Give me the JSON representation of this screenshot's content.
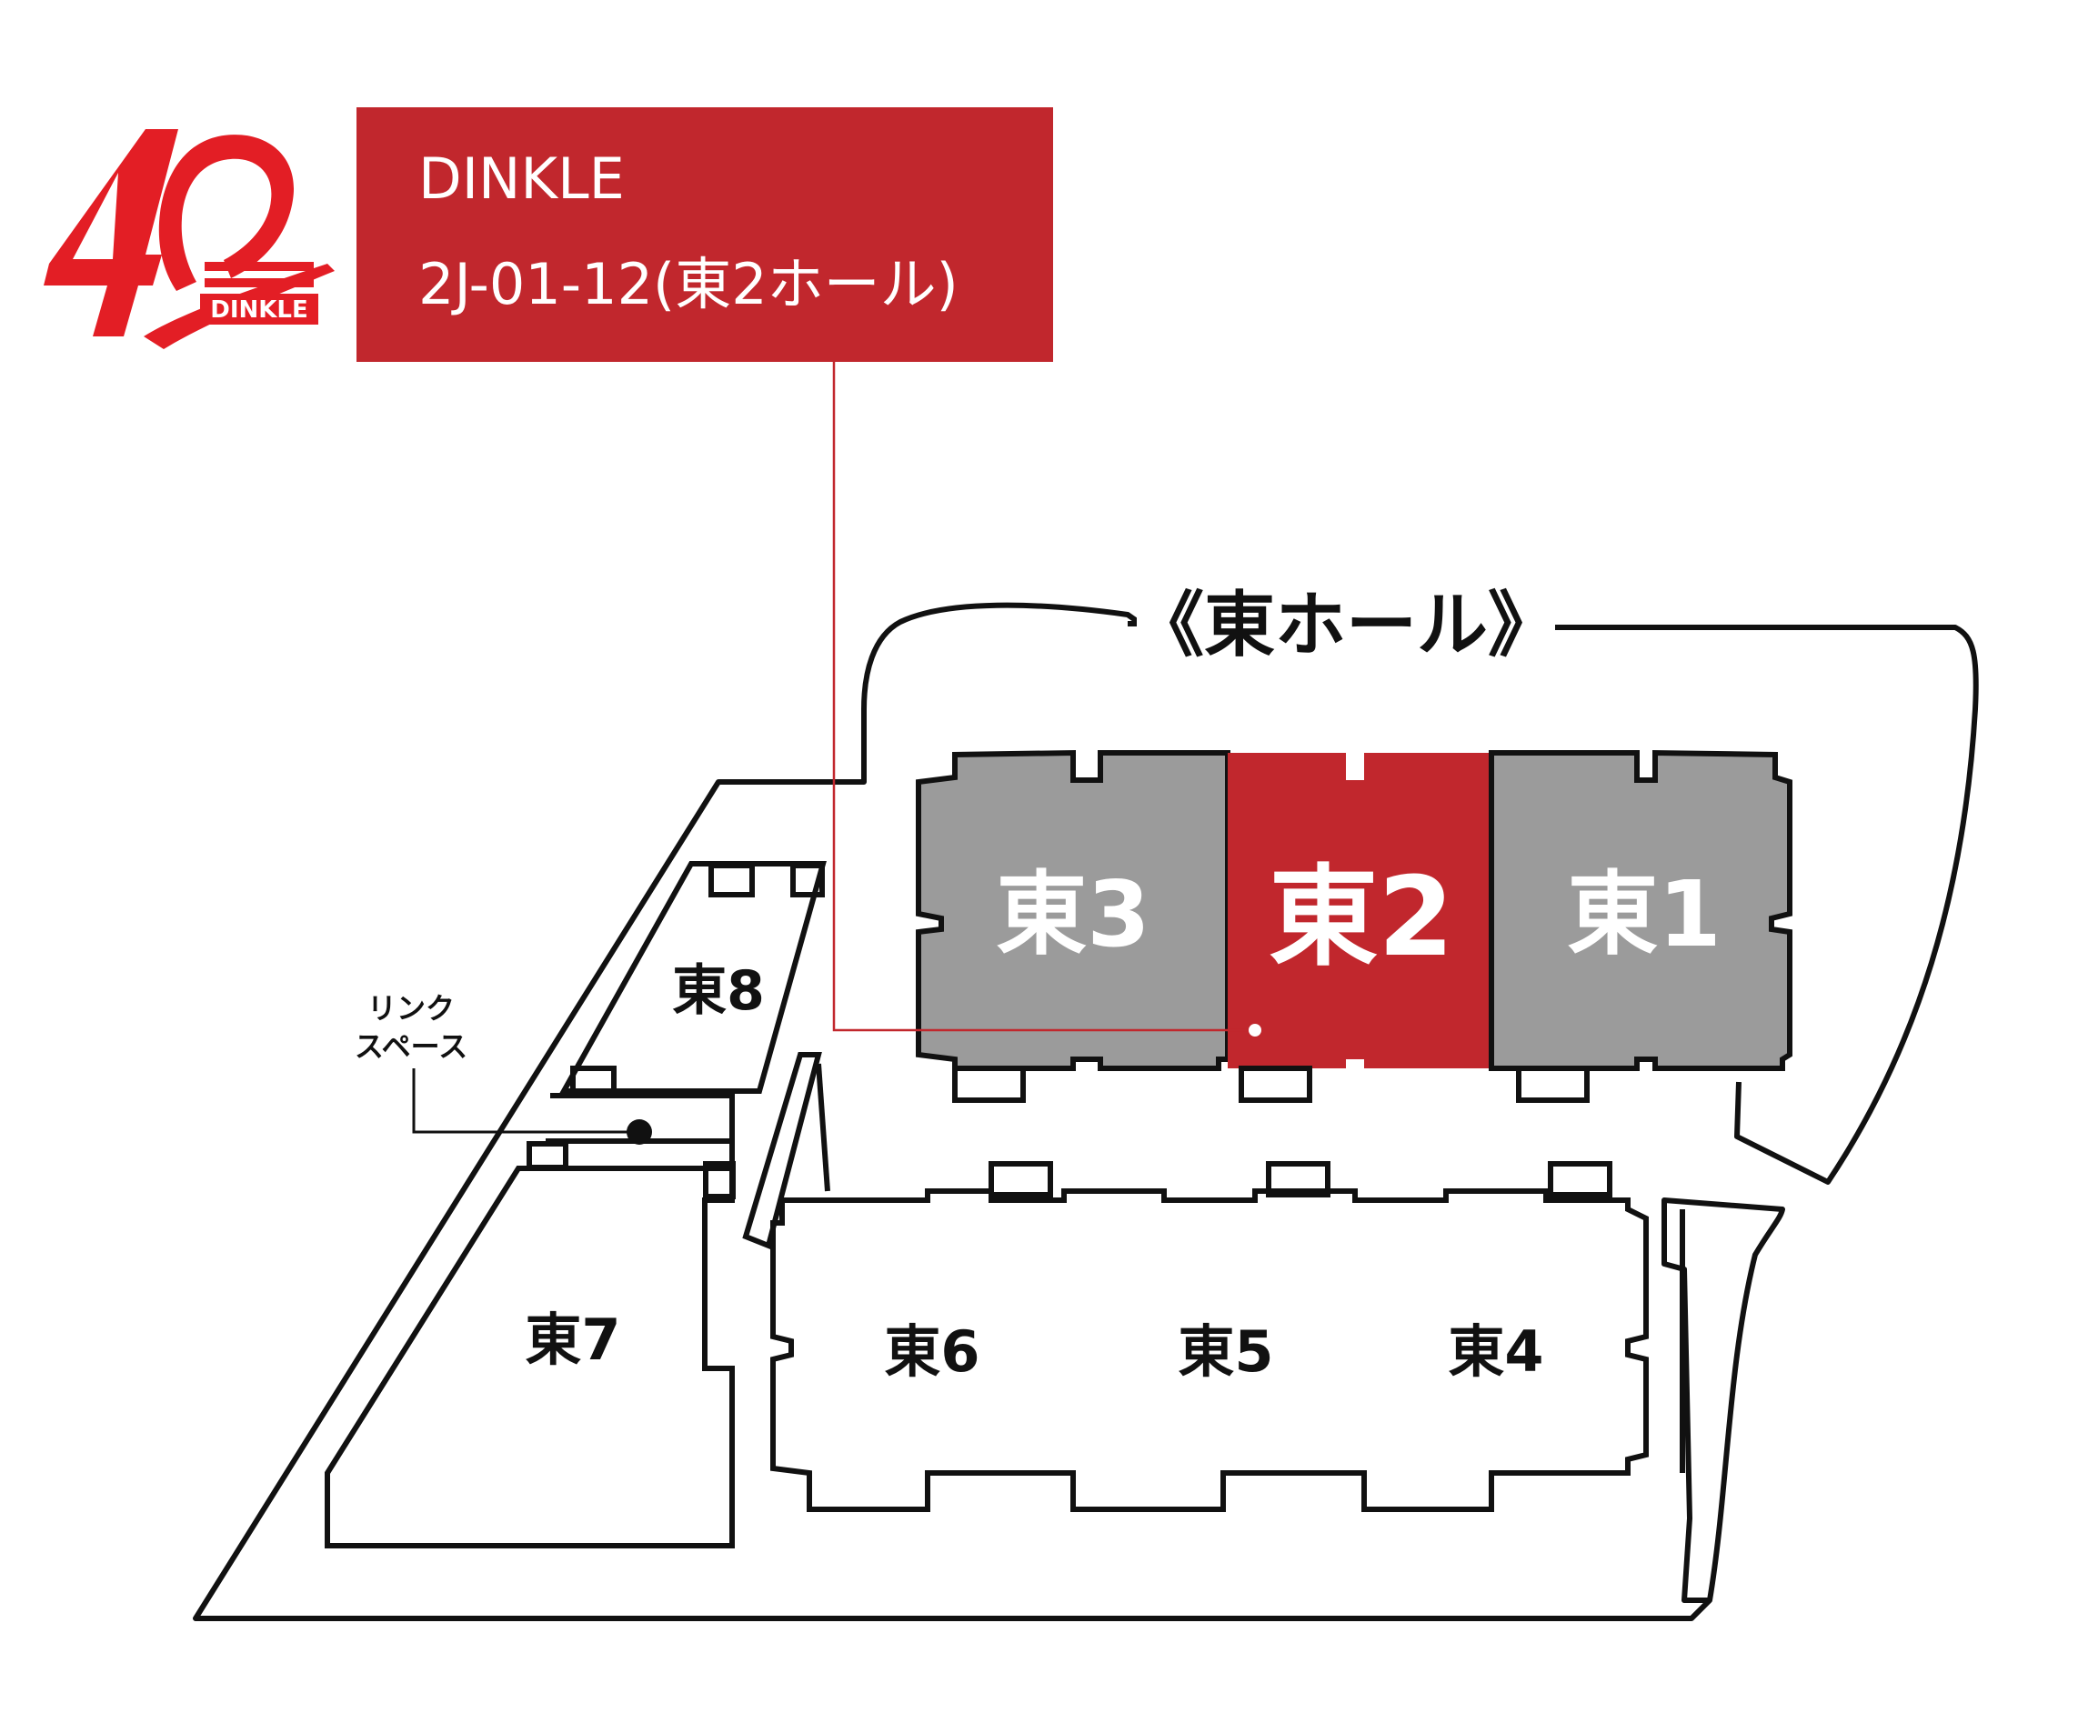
{
  "exhibitor": {
    "name": "DINKLE",
    "booth": "2J-01-12(東2ホール)"
  },
  "logo": {
    "icon": "dinkle-40th-anniversary-logo",
    "number": "40",
    "brand": "DINKLE"
  },
  "map": {
    "title": "《東ホール》",
    "highlighted_hall": "東2",
    "halls": [
      {
        "id": "east-1",
        "label": "東1"
      },
      {
        "id": "east-2",
        "label": "東2"
      },
      {
        "id": "east-3",
        "label": "東3"
      },
      {
        "id": "east-4",
        "label": "東4"
      },
      {
        "id": "east-5",
        "label": "東5"
      },
      {
        "id": "east-6",
        "label": "東6"
      },
      {
        "id": "east-7",
        "label": "東7"
      },
      {
        "id": "east-8",
        "label": "東8"
      }
    ],
    "link_space": {
      "line1": "リンク",
      "line2": "スペース"
    }
  },
  "colors": {
    "brand_red": "#c1272d",
    "hall_gray": "#9b9b9b",
    "outline": "#111111"
  }
}
